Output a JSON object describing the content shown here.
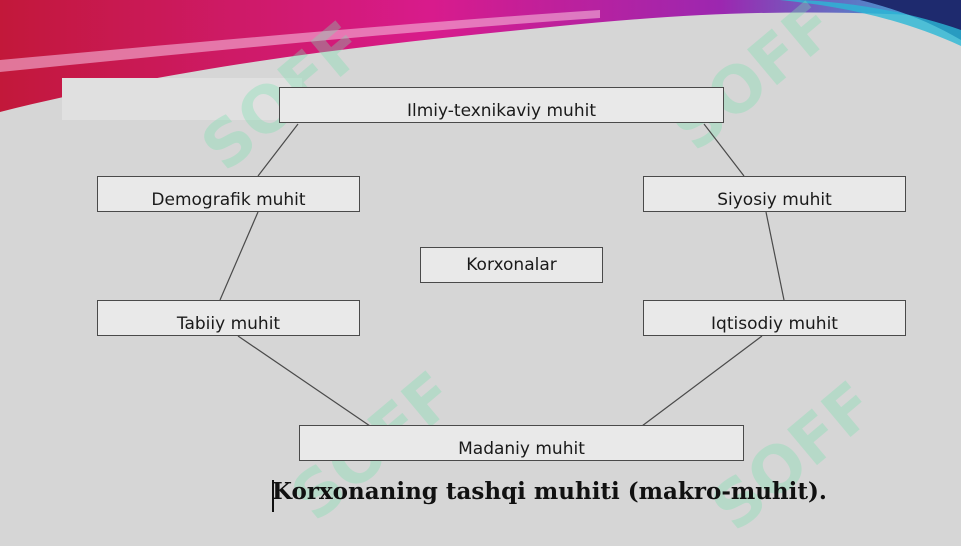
{
  "diagram": {
    "center": "Korxonalar",
    "nodes": {
      "top": "Ilmiy-texnikaviy muhit",
      "left_upper": "Demografik muhit",
      "right_upper": "Siyosiy muhit",
      "left_lower": "Tabiiy muhit",
      "right_lower": "Iqtisodiy muhit",
      "bottom": "Madaniy muhit"
    }
  },
  "caption": "Korxonaning tashqi muhiti (makro-muhit).",
  "watermark": "SOFF",
  "colors": {
    "background": "#d6d6d6",
    "banner_magenta": "#d81b8c",
    "banner_red": "#c2183a",
    "banner_cyan": "#2bb8d6",
    "watermark": "#7ce0b0"
  }
}
